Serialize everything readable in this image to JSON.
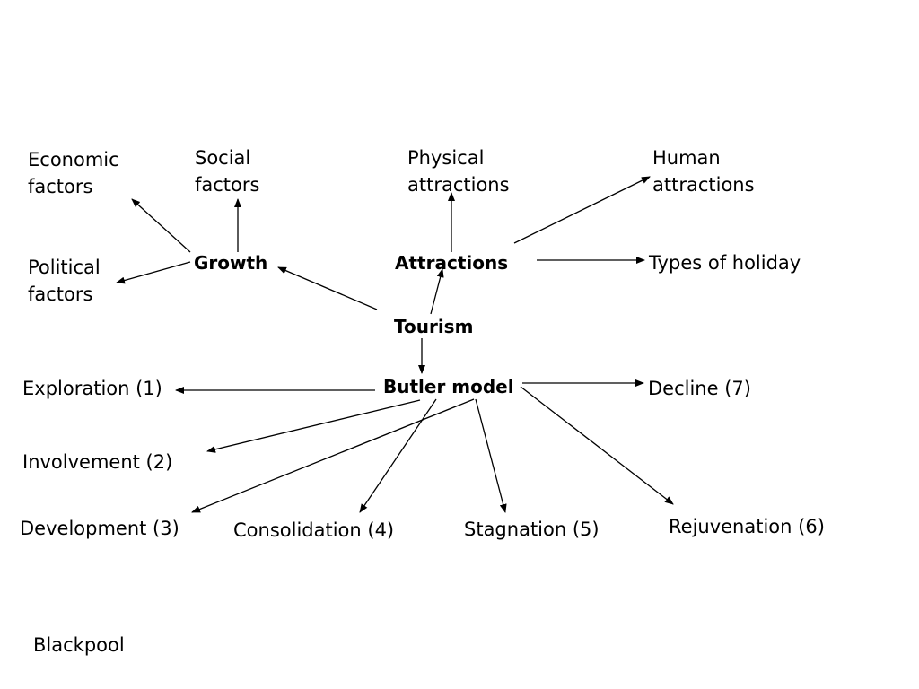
{
  "nodes": {
    "tourism": "Tourism",
    "growth": "Growth",
    "attractions": "Attractions",
    "butler_model": "Butler model",
    "economic_factors": [
      "Economic",
      "factors"
    ],
    "social_factors": [
      "Social",
      "factors"
    ],
    "political_factors": [
      "Political",
      "factors"
    ],
    "physical_attractions": [
      "Physical",
      "attractions"
    ],
    "human_attractions": [
      "Human",
      "attractions"
    ],
    "types_of_holiday": "Types of holiday",
    "stages": {
      "exploration": "Exploration (1)",
      "involvement": "Involvement (2)",
      "development": "Development (3)",
      "consolidation": "Consolidation (4)",
      "stagnation": "Stagnation (5)",
      "rejuvenation": "Rejuvenation (6)",
      "decline": "Decline (7)"
    }
  },
  "footer_note": "Blackpool"
}
